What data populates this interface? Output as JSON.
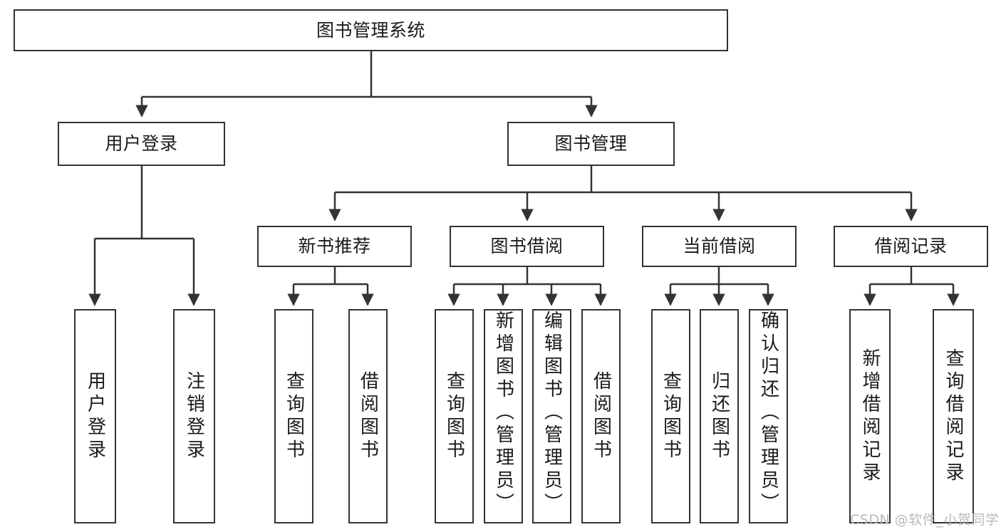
{
  "diagram": {
    "title": "图书管理系统",
    "type": "tree-hierarchy-chart",
    "root": {
      "id": "root",
      "label": "图书管理系统"
    },
    "level2": [
      {
        "id": "user-login",
        "label": "用户登录"
      },
      {
        "id": "book-management",
        "label": "图书管理"
      }
    ],
    "level3": [
      {
        "id": "new-book-recommend",
        "label": "新书推荐",
        "parent": "book-management"
      },
      {
        "id": "book-borrow",
        "label": "图书借阅",
        "parent": "book-management"
      },
      {
        "id": "current-borrow",
        "label": "当前借阅",
        "parent": "book-management"
      },
      {
        "id": "borrow-record",
        "label": "借阅记录",
        "parent": "book-management"
      }
    ],
    "leaves": [
      {
        "id": "leaf-user-login",
        "label": "用户登录",
        "parent": "user-login"
      },
      {
        "id": "leaf-logout-login",
        "label": "注销登录",
        "parent": "user-login"
      },
      {
        "id": "leaf-query-book-1",
        "label": "查询图书",
        "parent": "new-book-recommend"
      },
      {
        "id": "leaf-borrow-book-1",
        "label": "借阅图书",
        "parent": "new-book-recommend"
      },
      {
        "id": "leaf-query-book-2",
        "label": "查询图书",
        "parent": "book-borrow"
      },
      {
        "id": "leaf-add-book-admin",
        "label": "新增图书（管理员）",
        "parent": "book-borrow"
      },
      {
        "id": "leaf-edit-book-admin",
        "label": "编辑图书（管理员）",
        "parent": "book-borrow"
      },
      {
        "id": "leaf-borrow-book-2",
        "label": "借阅图书",
        "parent": "book-borrow"
      },
      {
        "id": "leaf-query-book-3",
        "label": "查询图书",
        "parent": "current-borrow"
      },
      {
        "id": "leaf-return-book",
        "label": "归还图书",
        "parent": "current-borrow"
      },
      {
        "id": "leaf-confirm-return-admin",
        "label": "确认归还（管理员）",
        "parent": "current-borrow"
      },
      {
        "id": "leaf-add-borrow-record",
        "label": "新增借阅记录",
        "parent": "borrow-record"
      },
      {
        "id": "leaf-query-borrow-record",
        "label": "查询借阅记录",
        "parent": "borrow-record"
      }
    ],
    "watermark": "CSDN @软件_小贺同学",
    "colors": {
      "stroke": "#333333",
      "fill": "#ffffff",
      "text": "#1a1a1a",
      "watermark": "#b9b9b9"
    }
  }
}
